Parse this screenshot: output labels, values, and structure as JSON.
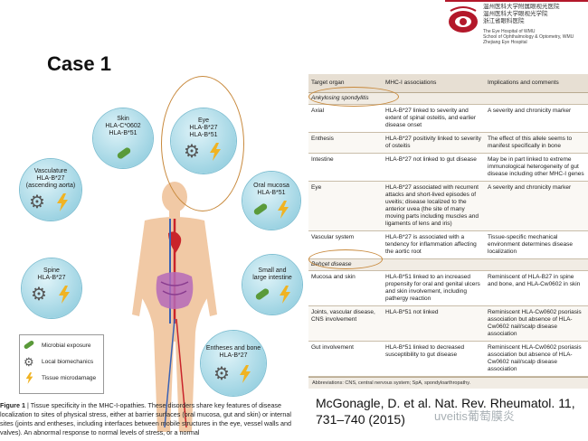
{
  "logo": {
    "chinese": "温州医科大学附属眼视光医院\n温州医科大学眼视光学院\n浙江省眼科医院",
    "english": "The Eye Hospital of WMU\nSchool of Ophthalmology & Optometry, WMU\nZhejiang Eye Hospital"
  },
  "case_title": "Case 1",
  "figure": {
    "circles": [
      {
        "label": "Skin\nHLA-C*0602\nHLA-B*51"
      },
      {
        "label": "Eye\nHLA-B*27\nHLA-B*51"
      },
      {
        "label": "Vasculature\nHLA-B*27\n(ascending aorta)"
      },
      {
        "label": "Oral mucosa\nHLA-B*51"
      },
      {
        "label": "Spine\nHLA-B*27"
      },
      {
        "label": "Small and\nlarge intestine"
      },
      {
        "label": "Entheses and bone\nHLA-B*27"
      }
    ],
    "legend": [
      {
        "label": "Microbial exposure"
      },
      {
        "label": "Local biomechanics"
      },
      {
        "label": "Tissue microdamage"
      }
    ],
    "caption_bold": "Figure 1",
    "caption_text": " | Tissue specificity in the MHC-I-opathies. These disorders share key features of disease localization to sites of physical stress, either at barrier surfaces (oral mucosa, gut and skin) or internal sites (joints and entheses, including interfaces between mobile structures in the eye, vessel walls and valves). An abnormal response to normal levels of stress, or a normal"
  },
  "table": {
    "headers": [
      "Target organ",
      "MHC-I associations",
      "Implications and comments"
    ],
    "sections": [
      {
        "name": "Ankylosing spondylitis",
        "rows": [
          [
            "Axial",
            "HLA-B*27 linked to severity and extent of spinal osteitis, and earlier disease onset",
            "A severity and chronicity marker"
          ],
          [
            "Enthesis",
            "HLA-B*27 positivity linked to severity of osteitis",
            "The effect of this allele seems to manifest specifically in bone"
          ],
          [
            "Intestine",
            "HLA-B*27 not linked to gut disease",
            "May be in part linked to extreme immunological heterogeneity of gut disease including other MHC-I genes"
          ],
          [
            "Eye",
            "HLA-B*27 associated with recurrent attacks and short-lived episodes of uveitis; disease localized to the anterior uvea (the site of many moving parts including muscles and ligaments of lens and iris)",
            "A severity and chronicity marker"
          ],
          [
            "Vascular system",
            "HLA-B*27 is associated with a tendency for inflammation affecting the aortic root",
            "Tissue-specific mechanical environment determines disease localization"
          ]
        ]
      },
      {
        "name": "Behçet disease",
        "rows": [
          [
            "Mucosa and skin",
            "HLA-B*51 linked to an increased propensity for oral and genital ulcers and skin involvement, including pathergy reaction",
            "Reminiscent of HLA-B27 in spine and bone, and HLA-Cw0602 in skin"
          ],
          [
            "Joints, vascular disease, CNS involvement",
            "HLA-B*51 not linked",
            "Reminiscent HLA-Cw0602 psoriasis association but absence of HLA-Cw0602 nail/scalp disease association"
          ],
          [
            "Gut involvement",
            "HLA-B*51 linked to decreased susceptibility to gut disease",
            "Reminiscent HLA-Cw0602 psoriasis association but absence of HLA-Cw0602 nail/scalp disease association"
          ]
        ]
      }
    ],
    "abbreviations": "Abbreviations: CNS, central nervous system; SpA, spondyloarthropathy."
  },
  "citation": "McGonagle, D. et al. Nat. Rev. Rheumatol. 11,\n731–740 (2015)",
  "watermark": "uveitis葡萄膜炎",
  "colors": {
    "circle": "#9fd4e3",
    "annotation": "#c8893c",
    "table_header": "#e7dfd3",
    "brand_red": "#b3182a"
  }
}
